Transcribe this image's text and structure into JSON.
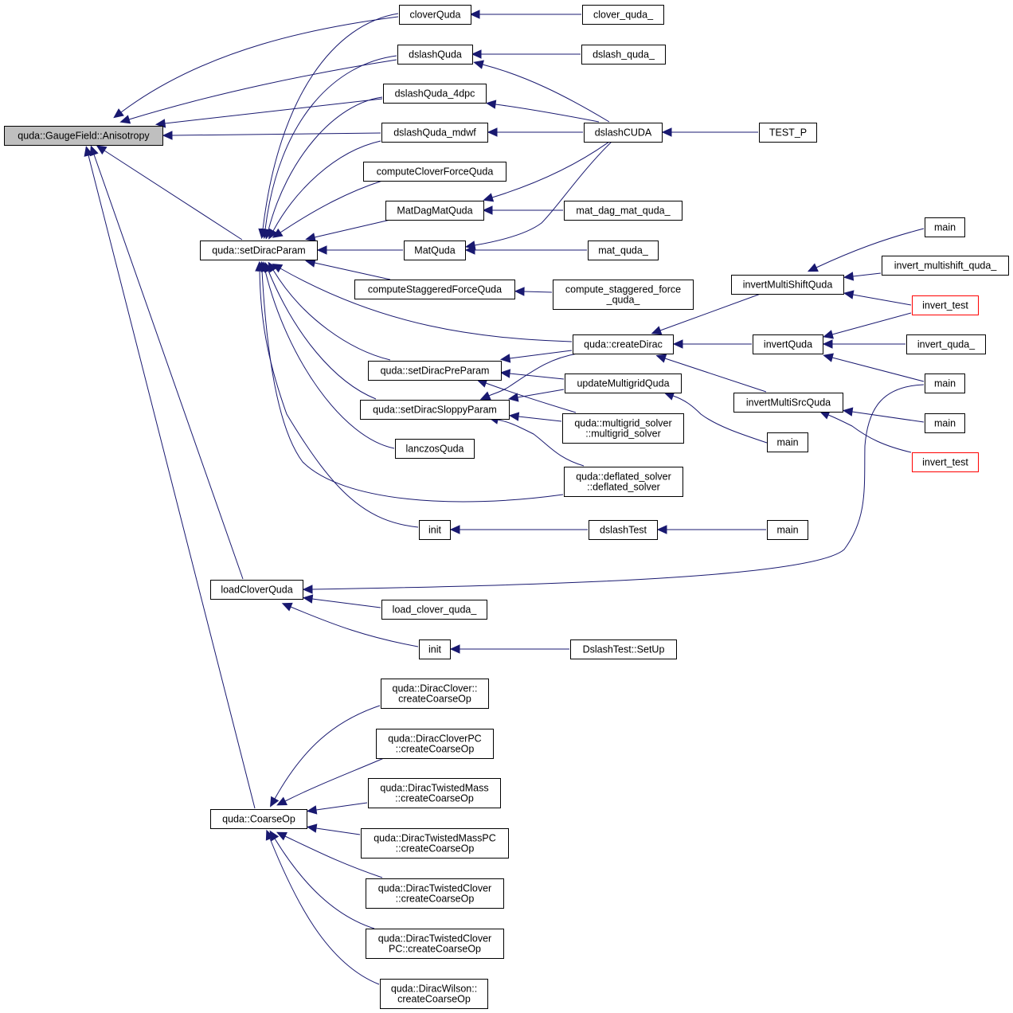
{
  "graph": {
    "title": "quda::GaugeField::Anisotropy caller graph",
    "colors": {
      "edge": "#191970",
      "root_fill": "#bfbfbf",
      "node_border": "#000000",
      "truncated_border": "#ff0000"
    },
    "nodes": [
      {
        "id": "anisotropy",
        "lines": [
          "quda::GaugeField::Anisotropy"
        ],
        "style": "root"
      },
      {
        "id": "cloverQuda",
        "lines": [
          "cloverQuda"
        ]
      },
      {
        "id": "clover_quda_",
        "lines": [
          "clover_quda_"
        ]
      },
      {
        "id": "dslashQuda",
        "lines": [
          "dslashQuda"
        ]
      },
      {
        "id": "dslash_quda_",
        "lines": [
          "dslash_quda_"
        ]
      },
      {
        "id": "dslashQuda_4dpc",
        "lines": [
          "dslashQuda_4dpc"
        ]
      },
      {
        "id": "dslashQuda_mdwf",
        "lines": [
          "dslashQuda_mdwf"
        ]
      },
      {
        "id": "dslashCUDA",
        "lines": [
          "dslashCUDA"
        ]
      },
      {
        "id": "TEST_P",
        "lines": [
          "TEST_P"
        ]
      },
      {
        "id": "computeCloverForceQuda",
        "lines": [
          "computeCloverForceQuda"
        ]
      },
      {
        "id": "MatDagMatQuda",
        "lines": [
          "MatDagMatQuda"
        ]
      },
      {
        "id": "mat_dag_mat_quda_",
        "lines": [
          "mat_dag_mat_quda_"
        ]
      },
      {
        "id": "setDiracParam",
        "lines": [
          "quda::setDiracParam"
        ]
      },
      {
        "id": "MatQuda",
        "lines": [
          "MatQuda"
        ]
      },
      {
        "id": "mat_quda_",
        "lines": [
          "mat_quda_"
        ]
      },
      {
        "id": "computeStaggeredForceQuda",
        "lines": [
          "computeStaggeredForceQuda"
        ]
      },
      {
        "id": "compute_staggered_force_quda_",
        "lines": [
          "compute_staggered_force",
          "_quda_"
        ]
      },
      {
        "id": "createDirac",
        "lines": [
          "quda::createDirac"
        ]
      },
      {
        "id": "setDiracPreParam",
        "lines": [
          "quda::setDiracPreParam"
        ]
      },
      {
        "id": "updateMultigridQuda",
        "lines": [
          "updateMultigridQuda"
        ]
      },
      {
        "id": "setDiracSloppyParam",
        "lines": [
          "quda::setDiracSloppyParam"
        ]
      },
      {
        "id": "multigrid_solver",
        "lines": [
          "quda::multigrid_solver",
          "::multigrid_solver"
        ]
      },
      {
        "id": "lanczosQuda",
        "lines": [
          "lanczosQuda"
        ]
      },
      {
        "id": "deflated_solver",
        "lines": [
          "quda::deflated_solver",
          "::deflated_solver"
        ]
      },
      {
        "id": "init1",
        "lines": [
          "init"
        ]
      },
      {
        "id": "dslashTest",
        "lines": [
          "dslashTest"
        ]
      },
      {
        "id": "main_dslash",
        "lines": [
          "main"
        ]
      },
      {
        "id": "invertMultiShiftQuda",
        "lines": [
          "invertMultiShiftQuda"
        ]
      },
      {
        "id": "main_ms",
        "lines": [
          "main"
        ]
      },
      {
        "id": "invert_multishift_quda_",
        "lines": [
          "invert_multishift_quda_"
        ]
      },
      {
        "id": "invert_test1",
        "lines": [
          "invert_test"
        ],
        "style": "red"
      },
      {
        "id": "invertQuda",
        "lines": [
          "invertQuda"
        ]
      },
      {
        "id": "invert_quda_",
        "lines": [
          "invert_quda_"
        ]
      },
      {
        "id": "main_inv",
        "lines": [
          "main"
        ]
      },
      {
        "id": "invertMultiSrcQuda",
        "lines": [
          "invertMultiSrcQuda"
        ]
      },
      {
        "id": "main_src",
        "lines": [
          "main"
        ]
      },
      {
        "id": "invert_test2",
        "lines": [
          "invert_test"
        ],
        "style": "red"
      },
      {
        "id": "main_mg",
        "lines": [
          "main"
        ]
      },
      {
        "id": "loadCloverQuda",
        "lines": [
          "loadCloverQuda"
        ]
      },
      {
        "id": "load_clover_quda_",
        "lines": [
          "load_clover_quda_"
        ]
      },
      {
        "id": "init2",
        "lines": [
          "init"
        ]
      },
      {
        "id": "DslashTestSetUp",
        "lines": [
          "DslashTest::SetUp"
        ]
      },
      {
        "id": "CoarseOp",
        "lines": [
          "quda::CoarseOp"
        ]
      },
      {
        "id": "DiracClover",
        "lines": [
          "quda::DiracClover::",
          "createCoarseOp"
        ]
      },
      {
        "id": "DiracCloverPC",
        "lines": [
          "quda::DiracCloverPC",
          "::createCoarseOp"
        ]
      },
      {
        "id": "DiracTwistedMass",
        "lines": [
          "quda::DiracTwistedMass",
          "::createCoarseOp"
        ]
      },
      {
        "id": "DiracTwistedMassPC",
        "lines": [
          "quda::DiracTwistedMassPC",
          "::createCoarseOp"
        ]
      },
      {
        "id": "DiracTwistedClover",
        "lines": [
          "quda::DiracTwistedClover",
          "::createCoarseOp"
        ]
      },
      {
        "id": "DiracTwistedCloverPC",
        "lines": [
          "quda::DiracTwistedClover",
          "PC::createCoarseOp"
        ]
      },
      {
        "id": "DiracWilson",
        "lines": [
          "quda::DiracWilson::",
          "createCoarseOp"
        ]
      }
    ],
    "edges": [
      {
        "from": "cloverQuda",
        "to": "anisotropy"
      },
      {
        "from": "dslashQuda",
        "to": "anisotropy"
      },
      {
        "from": "dslashQuda_4dpc",
        "to": "anisotropy"
      },
      {
        "from": "dslashQuda_mdwf",
        "to": "anisotropy"
      },
      {
        "from": "setDiracParam",
        "to": "anisotropy"
      },
      {
        "from": "loadCloverQuda",
        "to": "anisotropy"
      },
      {
        "from": "CoarseOp",
        "to": "anisotropy"
      },
      {
        "from": "clover_quda_",
        "to": "cloverQuda"
      },
      {
        "from": "dslash_quda_",
        "to": "dslashQuda"
      },
      {
        "from": "dslashCUDA",
        "to": "dslashQuda"
      },
      {
        "from": "dslashCUDA",
        "to": "dslashQuda_4dpc"
      },
      {
        "from": "dslashCUDA",
        "to": "dslashQuda_mdwf"
      },
      {
        "from": "dslashCUDA",
        "to": "MatDagMatQuda"
      },
      {
        "from": "dslashCUDA",
        "to": "MatQuda"
      },
      {
        "from": "TEST_P",
        "to": "dslashCUDA"
      },
      {
        "from": "mat_dag_mat_quda_",
        "to": "MatDagMatQuda"
      },
      {
        "from": "mat_quda_",
        "to": "MatQuda"
      },
      {
        "from": "cloverQuda",
        "to": "setDiracParam"
      },
      {
        "from": "dslashQuda",
        "to": "setDiracParam"
      },
      {
        "from": "dslashQuda_4dpc",
        "to": "setDiracParam"
      },
      {
        "from": "dslashQuda_mdwf",
        "to": "setDiracParam"
      },
      {
        "from": "computeCloverForceQuda",
        "to": "setDiracParam"
      },
      {
        "from": "MatDagMatQuda",
        "to": "setDiracParam"
      },
      {
        "from": "MatQuda",
        "to": "setDiracParam"
      },
      {
        "from": "computeStaggeredForceQuda",
        "to": "setDiracParam"
      },
      {
        "from": "createDirac",
        "to": "setDiracParam"
      },
      {
        "from": "setDiracPreParam",
        "to": "setDiracParam"
      },
      {
        "from": "setDiracSloppyParam",
        "to": "setDiracParam"
      },
      {
        "from": "lanczosQuda",
        "to": "setDiracParam"
      },
      {
        "from": "deflated_solver",
        "to": "setDiracParam"
      },
      {
        "from": "init1",
        "to": "setDiracParam"
      },
      {
        "from": "compute_staggered_force_quda_",
        "to": "computeStaggeredForceQuda"
      },
      {
        "from": "createDirac",
        "to": "setDiracPreParam"
      },
      {
        "from": "updateMultigridQuda",
        "to": "setDiracPreParam"
      },
      {
        "from": "multigrid_solver",
        "to": "setDiracPreParam"
      },
      {
        "from": "createDirac",
        "to": "setDiracSloppyParam"
      },
      {
        "from": "updateMultigridQuda",
        "to": "setDiracSloppyParam"
      },
      {
        "from": "multigrid_solver",
        "to": "setDiracSloppyParam"
      },
      {
        "from": "deflated_solver",
        "to": "setDiracSloppyParam"
      },
      {
        "from": "invertMultiShiftQuda",
        "to": "createDirac"
      },
      {
        "from": "invertQuda",
        "to": "createDirac"
      },
      {
        "from": "invertMultiSrcQuda",
        "to": "createDirac"
      },
      {
        "from": "main_mg",
        "to": "updateMultigridQuda"
      },
      {
        "from": "main_ms",
        "to": "invertMultiShiftQuda"
      },
      {
        "from": "invert_multishift_quda_",
        "to": "invertMultiShiftQuda"
      },
      {
        "from": "invert_test1",
        "to": "invertMultiShiftQuda"
      },
      {
        "from": "invert_test1",
        "to": "invertQuda"
      },
      {
        "from": "invert_quda_",
        "to": "invertQuda"
      },
      {
        "from": "main_inv",
        "to": "invertQuda"
      },
      {
        "from": "main_src",
        "to": "invertMultiSrcQuda"
      },
      {
        "from": "invert_test2",
        "to": "invertMultiSrcQuda"
      },
      {
        "from": "dslashTest",
        "to": "init1"
      },
      {
        "from": "main_dslash",
        "to": "dslashTest"
      },
      {
        "from": "main_inv",
        "to": "loadCloverQuda"
      },
      {
        "from": "load_clover_quda_",
        "to": "loadCloverQuda"
      },
      {
        "from": "init2",
        "to": "loadCloverQuda"
      },
      {
        "from": "DslashTestSetUp",
        "to": "init2"
      },
      {
        "from": "DiracClover",
        "to": "CoarseOp"
      },
      {
        "from": "DiracCloverPC",
        "to": "CoarseOp"
      },
      {
        "from": "DiracTwistedMass",
        "to": "CoarseOp"
      },
      {
        "from": "DiracTwistedMassPC",
        "to": "CoarseOp"
      },
      {
        "from": "DiracTwistedClover",
        "to": "CoarseOp"
      },
      {
        "from": "DiracTwistedCloverPC",
        "to": "CoarseOp"
      },
      {
        "from": "DiracWilson",
        "to": "CoarseOp"
      }
    ]
  }
}
